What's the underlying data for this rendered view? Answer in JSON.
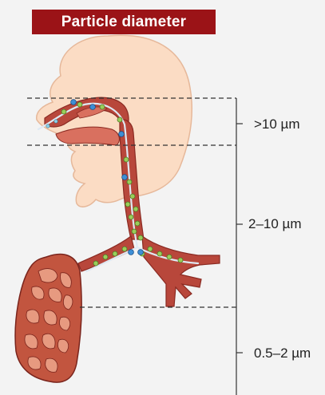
{
  "title": "Particle diameter",
  "size_ranges": [
    {
      "label": ">10 µm"
    },
    {
      "label": "2–10 µm"
    },
    {
      "label": "0.5–2 µm"
    }
  ],
  "colors": {
    "title_bg": "#9b1317",
    "skin": "#fbdcc4",
    "skin_outline": "#e6b89a",
    "airway": "#b8473b",
    "airway_dark": "#8a2a22",
    "airway_light": "#d9705f",
    "lung": "#c2553f",
    "particle_green": "#9acd5a",
    "particle_blue": "#3d8fd6"
  }
}
